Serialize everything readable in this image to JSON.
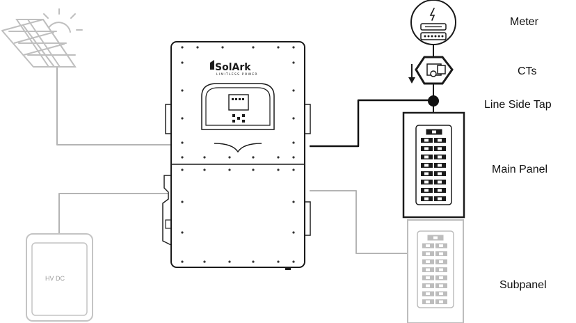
{
  "labels": {
    "meter": "Meter",
    "cts": "CTs",
    "line_side_tap": "Line Side Tap",
    "main_panel": "Main Panel",
    "subpanel": "Subpanel",
    "battery": "HV DC"
  },
  "inverter": {
    "brand": "SolArk",
    "tagline": "LIMITLESS POWER"
  },
  "colors": {
    "dark_wire": "#111111",
    "light_wire": "#b4b4b4",
    "panel_dark": "#1b1b1b",
    "panel_light": "#bdbdbd"
  },
  "icons": {
    "solar": "solar-panel-with-sun-icon",
    "meter": "lightning-meter-icon",
    "ct": "current-transformer-icon",
    "arrow": "down-arrow-icon"
  },
  "main_panel": {
    "breaker_rows": 8
  },
  "subpanel": {
    "breaker_rows": 8
  }
}
